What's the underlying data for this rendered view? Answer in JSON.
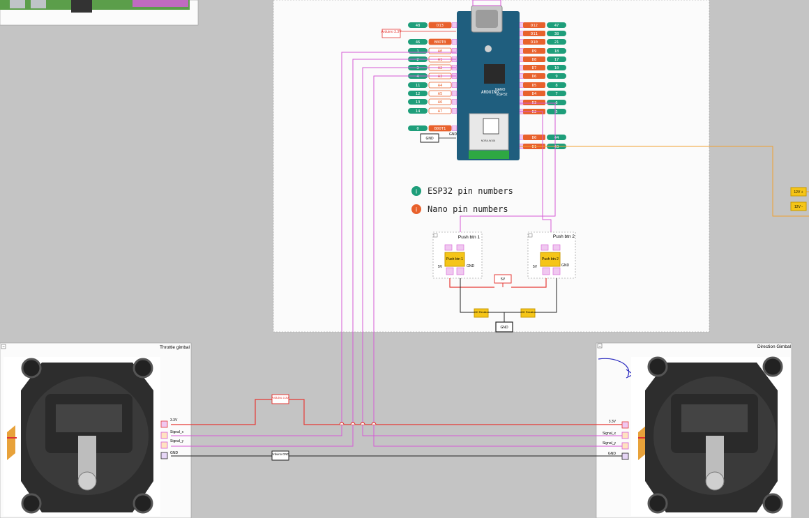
{
  "colors": {
    "esp32": "#1e9e7a",
    "nano": "#e8612c",
    "wire_power": "#e53935",
    "wire_signal": "#d65ad6",
    "wire_gnd": "#222222",
    "wire_12v": "#f0a030",
    "board": "#1f5e7e",
    "button": "#f5c518",
    "canvas_bg": "#c4c4c4",
    "panel_bg": "#fbfbfb"
  },
  "legend": {
    "esp32": "ESP32 pin numbers",
    "nano": "Nano pin numbers",
    "esp32_icon": "i",
    "nano_icon": "i"
  },
  "left_pins": [
    {
      "esp": "48",
      "nano": "D13",
      "style": "filled"
    },
    {
      "esp": "46",
      "nano": "B0OT0",
      "style": "filled"
    },
    {
      "esp": "1",
      "nano": "A0",
      "style": "outline"
    },
    {
      "esp": "2",
      "nano": "A1",
      "style": "outline"
    },
    {
      "esp": "3",
      "nano": "A2",
      "style": "outline"
    },
    {
      "esp": "4",
      "nano": "A3",
      "style": "outline"
    },
    {
      "esp": "11",
      "nano": "A4",
      "style": "outline"
    },
    {
      "esp": "12",
      "nano": "A5",
      "style": "outline"
    },
    {
      "esp": "13",
      "nano": "A6",
      "style": "outline"
    },
    {
      "esp": "14",
      "nano": "A7",
      "style": "outline"
    },
    {
      "esp": "0",
      "nano": "B0OT1",
      "style": "filled"
    }
  ],
  "right_pins": [
    {
      "nano": "D12",
      "esp": "47"
    },
    {
      "nano": "D11",
      "esp": "38"
    },
    {
      "nano": "D10",
      "esp": "21"
    },
    {
      "nano": "D9",
      "esp": "18"
    },
    {
      "nano": "D8",
      "esp": "17"
    },
    {
      "nano": "D7",
      "esp": "10"
    },
    {
      "nano": "D6",
      "esp": "9"
    },
    {
      "nano": "D5",
      "esp": "8"
    },
    {
      "nano": "D4",
      "esp": "7"
    },
    {
      "nano": "D3",
      "esp": "6"
    },
    {
      "nano": "D2",
      "esp": "5"
    },
    {
      "nano": "D0",
      "esp": "44"
    },
    {
      "nano": "D1",
      "esp": "43"
    }
  ],
  "board": {
    "logo": "ARDUINO",
    "model": "NANO",
    "variant": "ESP32",
    "module": "NORA-W106"
  },
  "labels": {
    "arduino_3v3": "Arduino 3.3V",
    "arduino_3v3_mid": "Arduino 3.3V",
    "arduino_gnd": "Arduino GND",
    "gnd": "GND",
    "gnd_box": "GND",
    "gnd_bottom": "GND",
    "five_v": "5V",
    "v12_plus": "12V +",
    "v12_minus": "12V -",
    "res1": "10K Resistor",
    "res2": "10K Resistor"
  },
  "buttons": [
    {
      "title": "Push btn 1",
      "body": "Push btn 1",
      "left": "5V",
      "right": "GND"
    },
    {
      "title": "Push btn 2",
      "body": "Push btn 2",
      "left": "5V",
      "right": "GND"
    }
  ],
  "gimbals": [
    {
      "title": "Throttle gimbal",
      "pins": [
        "3.3V",
        "Signal_x",
        "Signal_y",
        "GND"
      ]
    },
    {
      "title": "Direction Gimbal",
      "pins": [
        "3.3V",
        "Signal_x",
        "Signal_y",
        "GND"
      ]
    }
  ],
  "collapse_glyph": "−"
}
